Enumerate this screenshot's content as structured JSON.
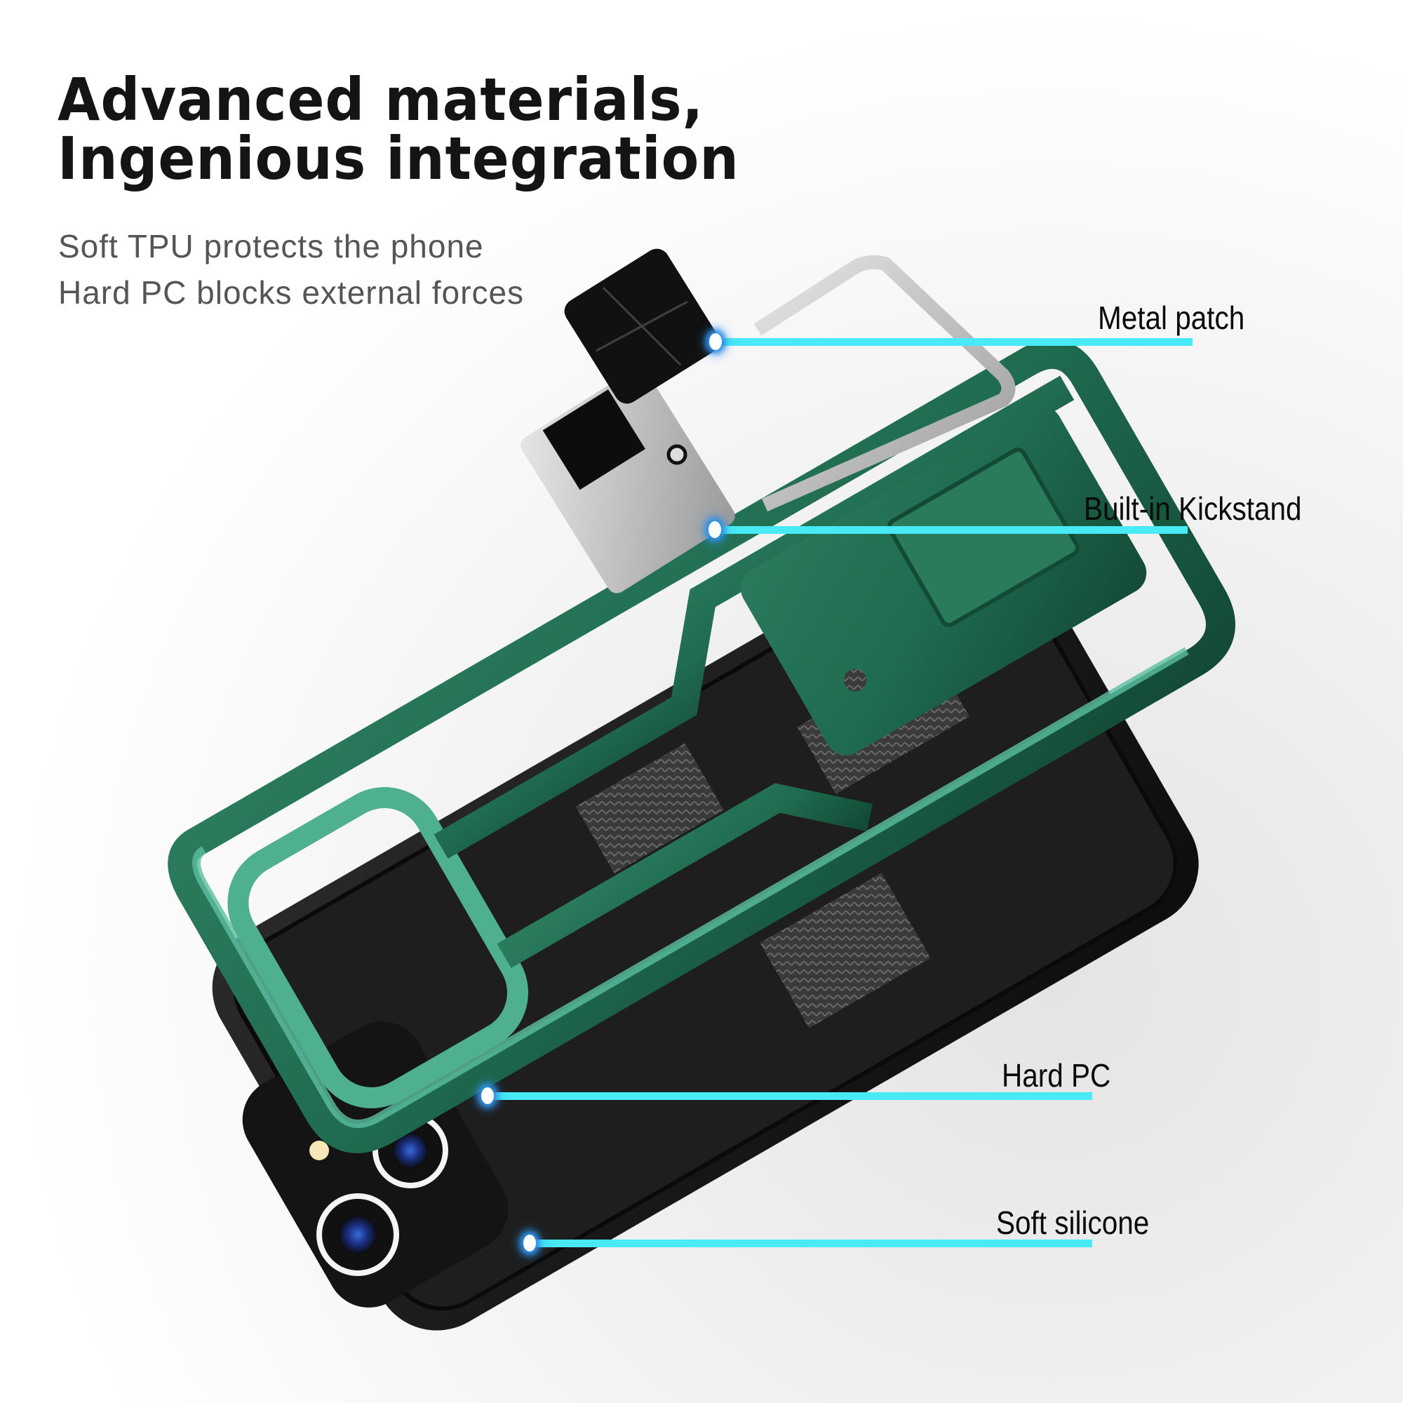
{
  "header": {
    "title_line1": "Advanced materials,",
    "title_line2": "Ingenious integration",
    "subtitle_line1": "Soft TPU protects the phone",
    "subtitle_line2": "Hard PC blocks external forces"
  },
  "callouts": [
    {
      "label": "Metal patch"
    },
    {
      "label": "Built-in Kickstand"
    },
    {
      "label": "Hard PC"
    },
    {
      "label": "Soft silicone"
    }
  ],
  "colors": {
    "accent_line": "#48eaf6",
    "dot_glow": "#2e8fe6",
    "case_green": "#1f6b4f",
    "case_green_light": "#5bbfa0",
    "case_black": "#1a1a1a",
    "title_text": "#141414",
    "subtitle_text": "#555555"
  }
}
